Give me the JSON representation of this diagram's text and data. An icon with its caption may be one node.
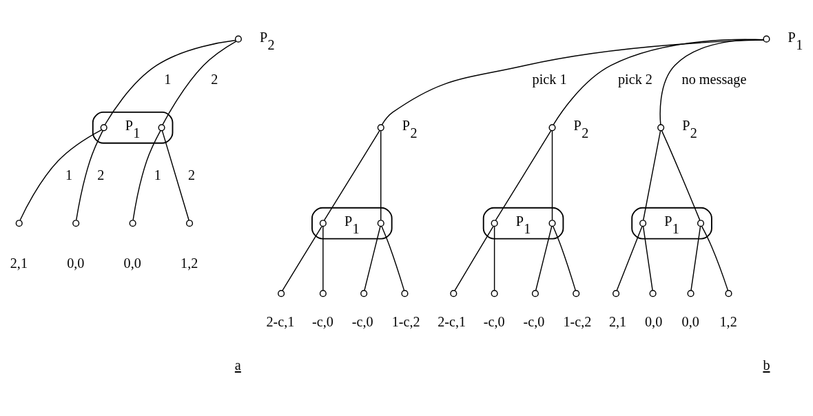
{
  "diagram": {
    "nodes": [
      {
        "text": [],
        "shape": "circle",
        "beside": [
          "P$_{2}$"
        ]
      },
      {
        "text": [
          "P$_{1}$"
        ]
      },
      {
        "text": [],
        "shape": "circle",
        "in": 1
      },
      {
        "text": [],
        "shape": "circle",
        "in": 1
      },
      {
        "text": [],
        "shape": "circle",
        "beside": [
          "2,1"
        ]
      },
      {
        "text": [],
        "shape": "circle",
        "beside": [
          "0,0"
        ]
      },
      {
        "text": [],
        "shape": "circle",
        "beside": [
          "0,0"
        ]
      },
      {
        "text": [],
        "shape": "circle",
        "beside": [
          "1,2"
        ]
      },
      {
        "text": [],
        "shape": "circle",
        "beside": [
          "P$_{1}$"
        ]
      },
      {
        "text": [],
        "shape": "circle",
        "beside": [
          "P$_{2}$"
        ]
      },
      {
        "text": [],
        "shape": "circle",
        "beside": [
          "P$_{2}$"
        ]
      },
      {
        "text": [],
        "shape": "circle",
        "beside": [
          "P$_{2}$"
        ]
      },
      {
        "text": [
          "P$_{1}$"
        ]
      },
      {
        "text": [],
        "shape": "circle",
        "in": 12
      },
      {
        "text": [],
        "shape": "circle",
        "in": 12
      },
      {
        "text": [
          "P$_{1}$"
        ]
      },
      {
        "text": [],
        "shape": "circle",
        "in": 15
      },
      {
        "text": [],
        "shape": "circle",
        "in": 15
      },
      {
        "text": [
          "P$_{1}$"
        ]
      },
      {
        "text": [],
        "shape": "circle",
        "in": 18
      },
      {
        "text": [],
        "shape": "circle",
        "in": 18
      },
      {
        "text": [],
        "shape": "circle",
        "beside": [
          "2-c,1"
        ]
      },
      {
        "text": [],
        "shape": "circle",
        "beside": [
          "-c,0"
        ]
      },
      {
        "text": [],
        "shape": "circle",
        "beside": [
          "-c,0"
        ]
      },
      {
        "text": [],
        "shape": "circle",
        "beside": [
          "1-c,2"
        ]
      },
      {
        "text": [],
        "shape": "circle",
        "beside": [
          "2-c,1"
        ]
      },
      {
        "text": [],
        "shape": "circle",
        "beside": [
          "-c,0"
        ]
      },
      {
        "text": [],
        "shape": "circle",
        "beside": [
          "-c,0"
        ]
      },
      {
        "text": [],
        "shape": "circle",
        "beside": [
          "1-c,2"
        ]
      },
      {
        "text": [],
        "shape": "circle",
        "beside": [
          "2,1"
        ]
      },
      {
        "text": [],
        "shape": "circle",
        "beside": [
          "0,0"
        ]
      },
      {
        "text": [],
        "shape": "circle",
        "beside": [
          "0,0"
        ]
      },
      {
        "text": [],
        "shape": "circle",
        "beside": [
          "1,2"
        ]
      }
    ],
    "edges": [
      {
        "from": 0,
        "to": 2,
        "arrow": "none",
        "label": "1"
      },
      {
        "from": 0,
        "to": 3,
        "arrow": "none",
        "label": "2"
      },
      {
        "from": 2,
        "to": 4,
        "arrow": "none",
        "label": "1"
      },
      {
        "from": 2,
        "to": 5,
        "arrow": "none",
        "label": "2"
      },
      {
        "from": 3,
        "to": 6,
        "arrow": "none",
        "label": "1"
      },
      {
        "from": 3,
        "to": 7,
        "arrow": "none",
        "label": "2"
      },
      {
        "from": 8,
        "to": 9,
        "arrow": "none",
        "label": "pick 1"
      },
      {
        "from": 8,
        "to": 10,
        "arrow": "none",
        "label": "pick 2"
      },
      {
        "from": 8,
        "to": 11,
        "arrow": "none",
        "label": "no message"
      },
      {
        "from": 9,
        "to": 13,
        "arrow": "none"
      },
      {
        "from": 9,
        "to": 14,
        "arrow": "none"
      },
      {
        "from": 10,
        "to": 16,
        "arrow": "none"
      },
      {
        "from": 10,
        "to": 17,
        "arrow": "none"
      },
      {
        "from": 11,
        "to": 19,
        "arrow": "none"
      },
      {
        "from": 11,
        "to": 20,
        "arrow": "none"
      },
      {
        "from": 13,
        "to": 21,
        "arrow": "none"
      },
      {
        "from": 13,
        "to": 22,
        "arrow": "none"
      },
      {
        "from": 14,
        "to": 23,
        "arrow": "none"
      },
      {
        "from": 14,
        "to": 24,
        "arrow": "none"
      },
      {
        "from": 16,
        "to": 25,
        "arrow": "none"
      },
      {
        "from": 16,
        "to": 26,
        "arrow": "none"
      },
      {
        "from": 17,
        "to": 27,
        "arrow": "none"
      },
      {
        "from": 17,
        "to": 28,
        "arrow": "none"
      },
      {
        "from": 19,
        "to": 29,
        "arrow": "none"
      },
      {
        "from": 19,
        "to": 30,
        "arrow": "none"
      },
      {
        "from": 20,
        "to": 31,
        "arrow": "none"
      },
      {
        "from": 20,
        "to": 32,
        "arrow": "none"
      }
    ],
    "labels": [
      "a",
      "b"
    ]
  }
}
